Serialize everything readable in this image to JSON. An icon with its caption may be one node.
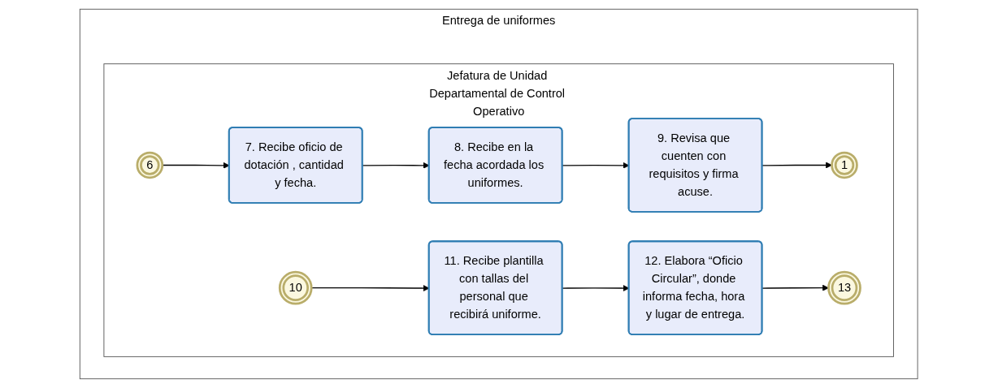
{
  "diagram": {
    "nodes": [
      {
        "text": [
          "Entrega de uniformes"
        ]
      },
      {
        "text": [
          "Jefatura de Unidad Departamental de Control Operativo"
        ],
        "in": 0
      },
      {
        "text": [
          "6"
        ],
        "in": 1
      },
      {
        "text": [
          "7. Recibe oficio de dotación , cantidad y fecha."
        ],
        "in": 1
      },
      {
        "text": [
          "8. Recibe en la fecha acordada los uniformes."
        ],
        "in": 1
      },
      {
        "text": [
          "9. Revisa que cuenten con requisitos y firma acuse."
        ],
        "in": 1
      },
      {
        "text": [
          "1"
        ],
        "in": 1
      },
      {
        "text": [
          "10"
        ],
        "in": 1
      },
      {
        "text": [
          "11. Recibe plantilla con tallas del personal que recibirá uniforme."
        ],
        "in": 1
      },
      {
        "text": [
          "12. Elabora “Oficio Circular”, donde informa fecha, hora y lugar de entrega."
        ],
        "in": 1
      },
      {
        "text": [
          "13"
        ],
        "in": 1
      }
    ],
    "edges": [
      {
        "from": 2,
        "to": 3,
        "arrow": "to"
      },
      {
        "from": 3,
        "to": 4,
        "arrow": "to"
      },
      {
        "from": 4,
        "to": 5,
        "arrow": "to"
      },
      {
        "from": 5,
        "to": 6,
        "arrow": "to"
      },
      {
        "from": 7,
        "to": 8,
        "arrow": "to"
      },
      {
        "from": 8,
        "to": 9,
        "arrow": "to"
      },
      {
        "from": 9,
        "to": 10,
        "arrow": "to"
      }
    ]
  }
}
